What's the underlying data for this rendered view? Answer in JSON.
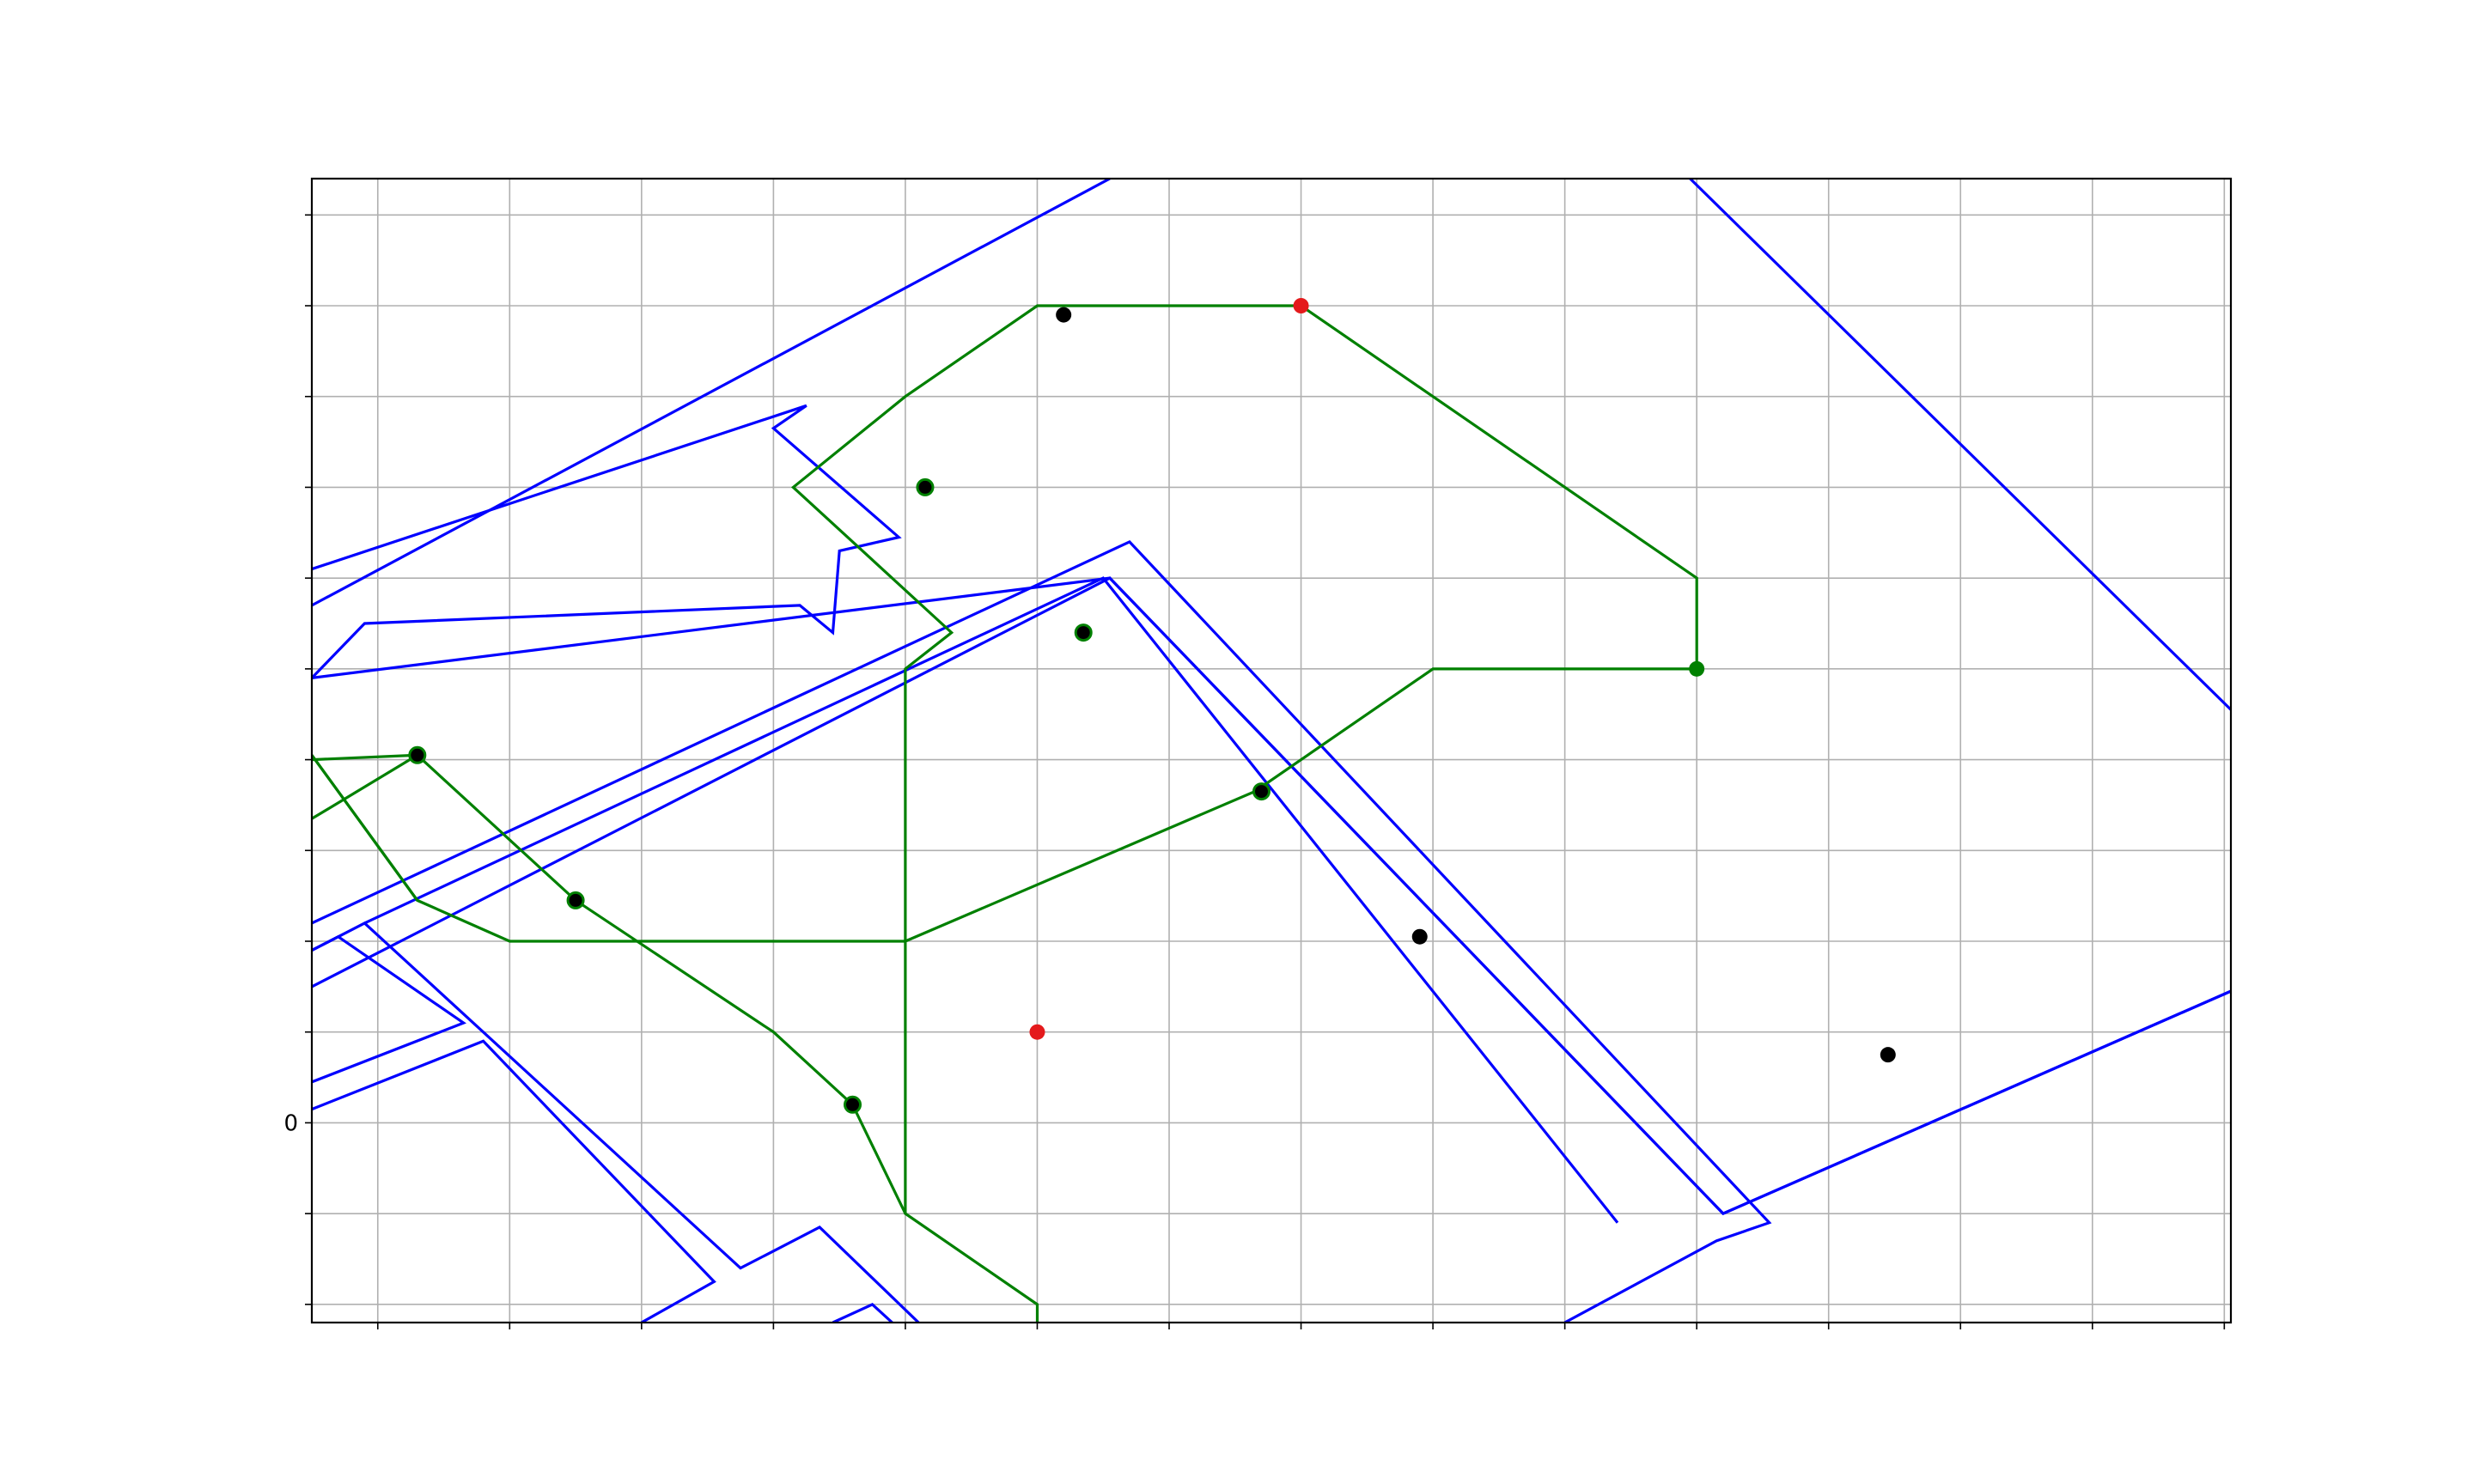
{
  "chart_data": {
    "type": "scatter",
    "title": "",
    "xlabel": "",
    "ylabel": "",
    "xlim": [
      -0.5,
      14.05
    ],
    "ylim": [
      -2.2,
      10.4
    ],
    "x_ticks": [
      0,
      1,
      2,
      3,
      4,
      5,
      6,
      7,
      8,
      9,
      10,
      11,
      12,
      13,
      14
    ],
    "y_ticks": [
      -2,
      -1,
      0,
      1,
      2,
      3,
      4,
      5,
      6,
      7,
      8,
      9,
      10
    ],
    "y_tick_labels": [
      {
        "value": 0,
        "label": "0"
      }
    ],
    "grid": true,
    "colors": {
      "boundary": "#0000ff",
      "path": "#008000",
      "node": "#000000",
      "highlight": "#e41a1c",
      "goal": "#008000",
      "grid": "#b0b0b0"
    },
    "boundaries": [
      [
        [
          -0.5,
          5.7
        ],
        [
          5.55,
          10.4
        ]
      ],
      [
        [
          9.95,
          10.4
        ],
        [
          14.05,
          4.55
        ]
      ],
      [
        [
          -0.5,
          2.2
        ],
        [
          5.7,
          6.4
        ],
        [
          10.55,
          -1.1
        ],
        [
          10.15,
          -1.3
        ],
        [
          9.0,
          -2.2
        ]
      ],
      [
        [
          -0.5,
          1.5
        ],
        [
          5.55,
          6.0
        ],
        [
          10.2,
          -1.0
        ],
        [
          14.05,
          1.45
        ]
      ],
      [
        [
          -0.1,
          2.2
        ],
        [
          5.5,
          6.0
        ],
        [
          9.4,
          -1.1
        ]
      ],
      [
        [
          -0.5,
          1.9
        ],
        [
          -0.3,
          2.05
        ],
        [
          0.65,
          1.1
        ],
        [
          -0.5,
          0.45
        ]
      ],
      [
        [
          -0.5,
          0.15
        ],
        [
          0.8,
          0.9
        ],
        [
          2.55,
          -1.75
        ],
        [
          2.0,
          -2.2
        ]
      ],
      [
        [
          -0.5,
          1.9
        ],
        [
          -0.1,
          2.2
        ],
        [
          2.75,
          -1.6
        ],
        [
          3.35,
          -1.15
        ],
        [
          4.1,
          -2.2
        ]
      ],
      [
        [
          3.45,
          -2.2
        ],
        [
          3.75,
          -2.0
        ],
        [
          3.9,
          -2.2
        ]
      ],
      [
        [
          -0.5,
          4.9
        ],
        [
          5.55,
          6.0
        ],
        [
          10.2,
          -1.0
        ],
        [
          14.05,
          1.45
        ]
      ],
      [
        [
          -0.5,
          4.9
        ],
        [
          -0.1,
          5.5
        ],
        [
          3.2,
          5.7
        ],
        [
          3.45,
          5.4
        ],
        [
          3.5,
          6.3
        ],
        [
          3.95,
          6.45
        ],
        [
          3.0,
          7.65
        ],
        [
          3.25,
          7.9
        ],
        [
          -0.5,
          6.1
        ]
      ]
    ],
    "paths": [
      [
        [
          6.0,
          9.0
        ],
        [
          7.0,
          9.0
        ],
        [
          10.0,
          6.0
        ],
        [
          10.0,
          5.0
        ]
      ],
      [
        [
          6.0,
          9.0
        ],
        [
          5.0,
          9.0
        ],
        [
          4.0,
          8.0
        ],
        [
          3.15,
          7.0
        ],
        [
          4.35,
          5.4
        ],
        [
          4.0,
          5.0
        ],
        [
          4.0,
          2.0
        ],
        [
          4.0,
          1.0
        ],
        [
          4.0,
          -1.0
        ],
        [
          5.0,
          -2.0
        ],
        [
          5.0,
          -2.2
        ]
      ],
      [
        [
          10.0,
          5.0
        ],
        [
          8.0,
          5.0
        ],
        [
          6.65,
          3.65
        ],
        [
          4.0,
          2.0
        ],
        [
          1.0,
          2.0
        ],
        [
          0.3,
          2.45
        ],
        [
          -0.5,
          4.05
        ]
      ],
      [
        [
          0.3,
          2.45
        ],
        [
          -0.5,
          4.05
        ]
      ],
      [
        [
          -0.5,
          4.0
        ],
        [
          0.3,
          4.05
        ],
        [
          1.5,
          2.45
        ],
        [
          3.0,
          1.0
        ],
        [
          3.6,
          0.2
        ],
        [
          4.0,
          -1.0
        ]
      ],
      [
        [
          -0.5,
          3.35
        ],
        [
          0.3,
          4.05
        ]
      ]
    ],
    "path_nodes": [
      [
        0.3,
        4.05
      ],
      [
        1.5,
        2.45
      ],
      [
        3.6,
        0.2
      ],
      [
        4.15,
        7.0
      ],
      [
        5.35,
        5.4
      ],
      [
        6.7,
        3.65
      ]
    ],
    "free_nodes": [
      [
        5.2,
        8.9
      ],
      [
        7.9,
        2.05
      ],
      [
        11.45,
        0.75
      ]
    ],
    "highlight_points": [
      [
        7.0,
        9.0
      ],
      [
        5.0,
        1.0
      ]
    ],
    "goal_points": [
      [
        10.0,
        5.0
      ]
    ]
  }
}
